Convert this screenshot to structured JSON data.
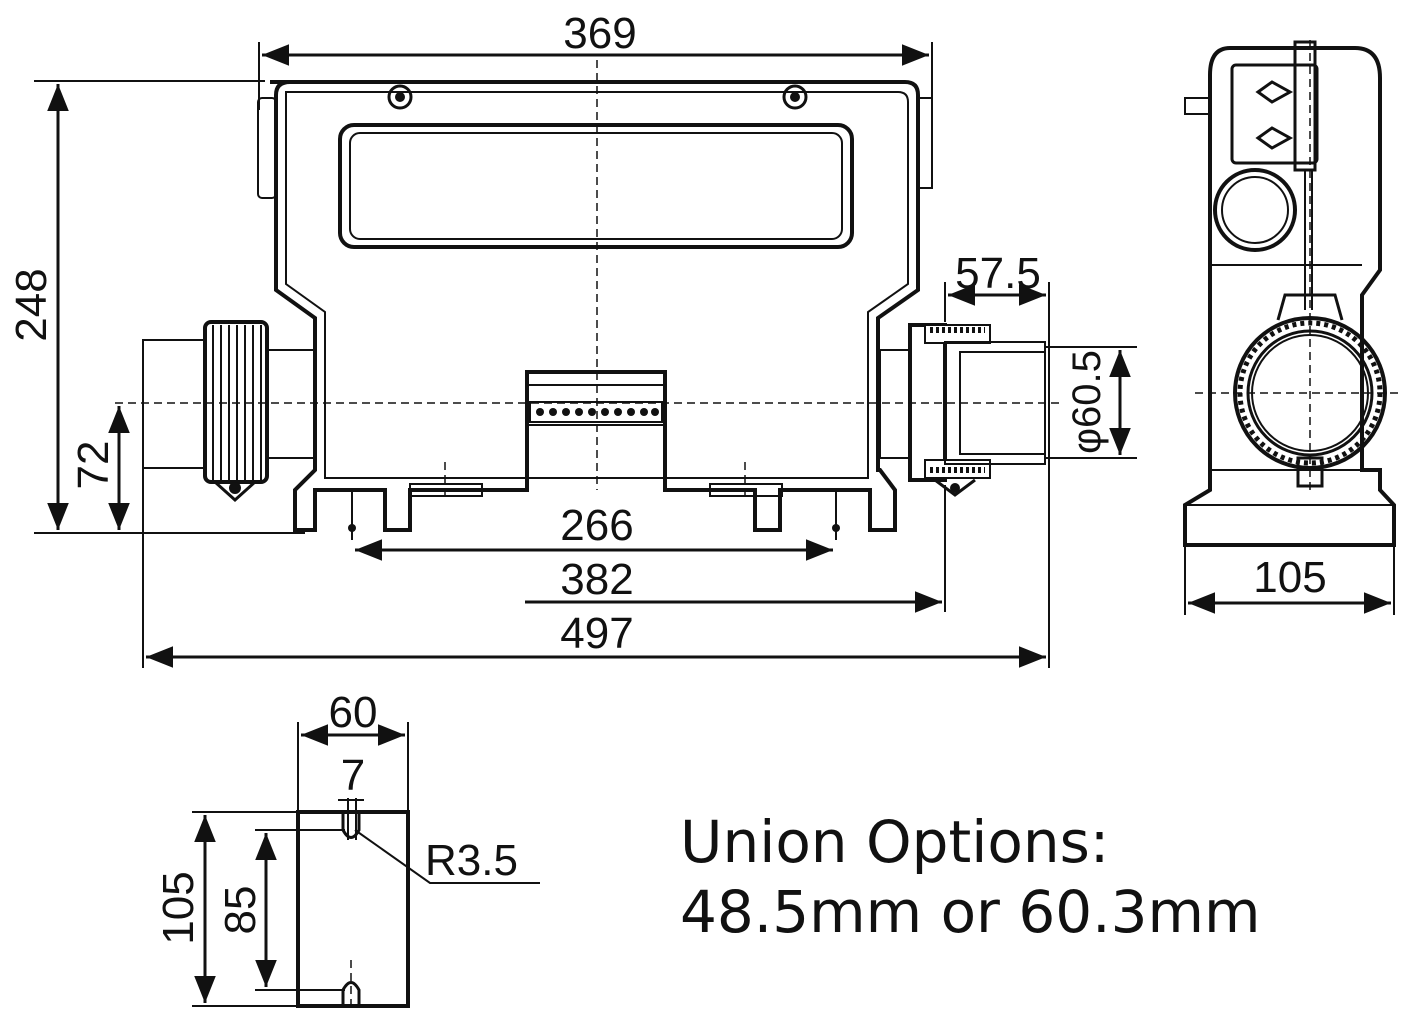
{
  "dimensions": {
    "top_width": "369",
    "height_total": "248",
    "height_center": "72",
    "union_depth": "57.5",
    "union_diameter": "φ60.5",
    "foot_spacing": "266",
    "union_to_union": "382",
    "overall_length": "497",
    "side_width": "105",
    "foot_width": "60",
    "slot_width": "7",
    "slot_radius": "R3.5",
    "foot_height": "105",
    "slot_spacing": "85"
  },
  "notes": {
    "line1": "Union Options:",
    "line2": "48.5mm or 60.3mm"
  },
  "colors": {
    "stroke": "#111111",
    "background": "#ffffff"
  }
}
